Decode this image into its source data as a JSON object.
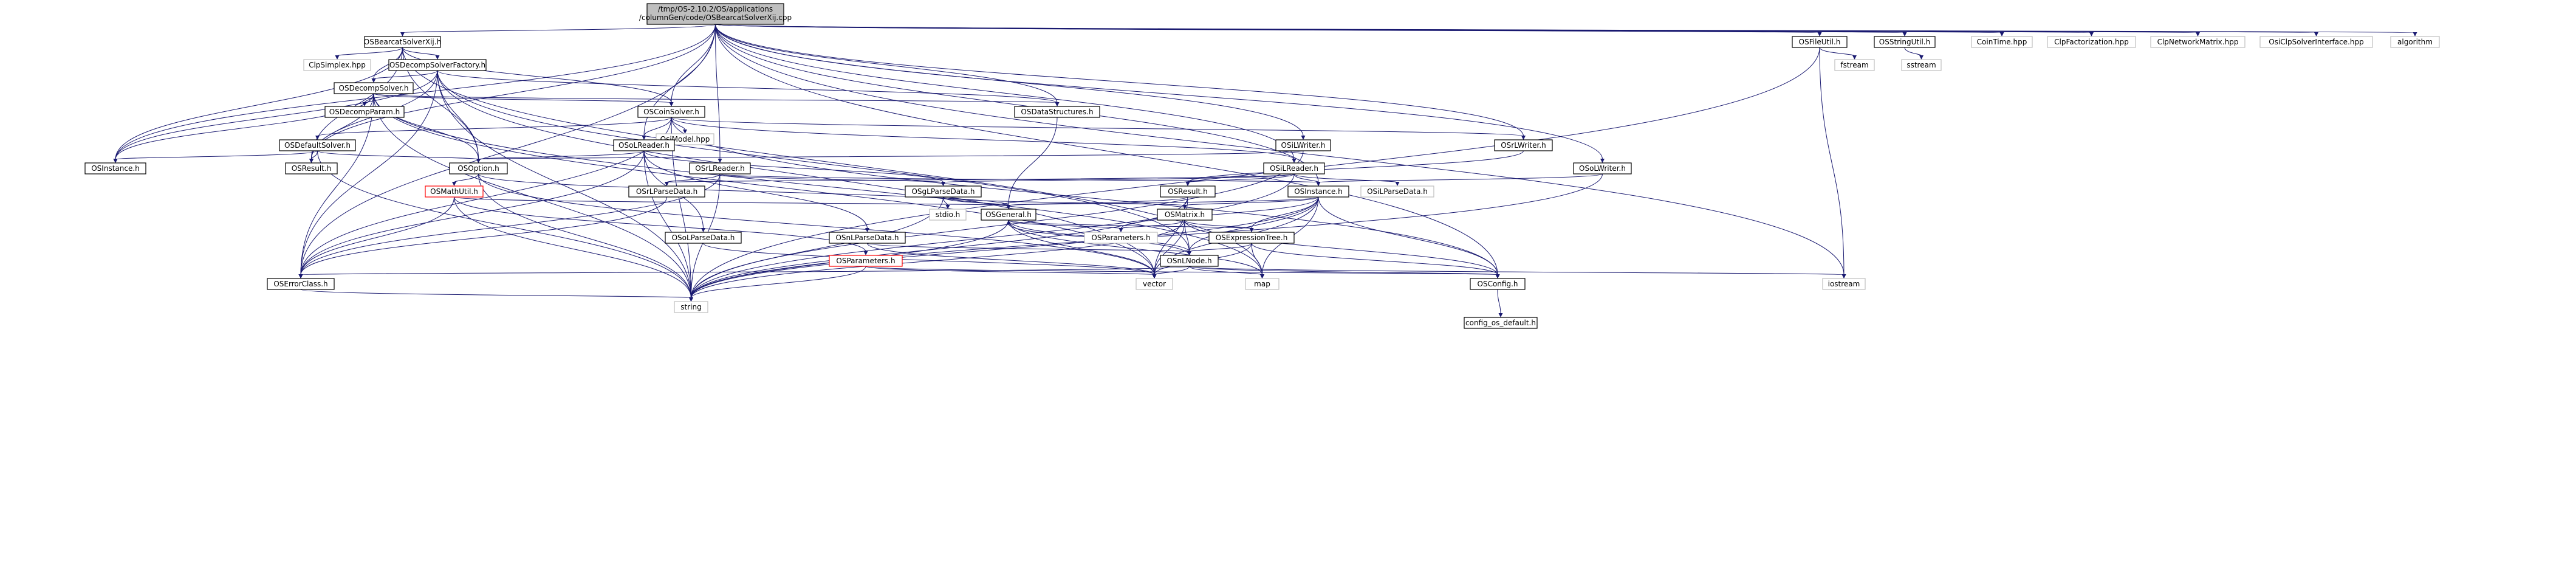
{
  "diagram": {
    "root": {
      "id": "root",
      "lines": [
        "/tmp/OS-2.10.2/OS/applications",
        "/columnGen/code/OSBearcatSolverXij.cpp"
      ]
    },
    "nodes": [
      {
        "id": "OSBearcatSolverXij_h",
        "label": "OSBearcatSolverXij.h",
        "linked": true
      },
      {
        "id": "ClpSimplex_hpp",
        "label": "ClpSimplex.hpp",
        "linked": false
      },
      {
        "id": "OSDecompSolverFactory_h",
        "label": "OSDecompSolverFactory.h",
        "linked": true
      },
      {
        "id": "OSDecompSolver_h",
        "label": "OSDecompSolver.h",
        "linked": true
      },
      {
        "id": "OSDecompParam_h",
        "label": "OSDecompParam.h",
        "linked": true
      },
      {
        "id": "OSCoinSolver_h",
        "label": "OSCoinSolver.h",
        "linked": true
      },
      {
        "id": "OSDataStructures_h",
        "label": "OSDataStructures.h",
        "linked": true
      },
      {
        "id": "OsiModel_hpp",
        "label": "OsiModel.hpp",
        "linked": false
      },
      {
        "id": "OSDefaultSolver_h",
        "label": "OSDefaultSolver.h",
        "linked": true
      },
      {
        "id": "OSoLReader_h",
        "label": "OSoLReader.h",
        "linked": true
      },
      {
        "id": "OSiLWriter_h",
        "label": "OSiLWriter.h",
        "linked": true
      },
      {
        "id": "OSrLWriter_h",
        "label": "OSrLWriter.h",
        "linked": true
      },
      {
        "id": "OSInstance_h_left",
        "label": "OSInstance.h",
        "linked": true
      },
      {
        "id": "OSResult_h_left",
        "label": "OSResult.h",
        "linked": true
      },
      {
        "id": "OSOption_h",
        "label": "OSOption.h",
        "linked": true
      },
      {
        "id": "OSrLReader_h",
        "label": "OSrLReader.h",
        "linked": true
      },
      {
        "id": "OSiLReader_h",
        "label": "OSiLReader.h",
        "linked": true
      },
      {
        "id": "OSoLWriter_h",
        "label": "OSoLWriter.h",
        "linked": true
      },
      {
        "id": "OSMathUtil_h",
        "label": "OSMathUtil.h",
        "linked": true,
        "highlight": true
      },
      {
        "id": "OSrLParseData_h",
        "label": "OSrLParseData.h",
        "linked": true
      },
      {
        "id": "OSgLParseData_h",
        "label": "OSgLParseData.h",
        "linked": true
      },
      {
        "id": "OSResult_h",
        "label": "OSResult.h",
        "linked": true
      },
      {
        "id": "OSiLParseData_h",
        "label": "OSiLParseData.h",
        "linked": false
      },
      {
        "id": "OSInstance_h",
        "label": "OSInstance.h",
        "linked": true
      },
      {
        "id": "stdio_h",
        "label": "stdio.h",
        "linked": false
      },
      {
        "id": "OSGeneral_h",
        "label": "OSGeneral.h",
        "linked": true
      },
      {
        "id": "OSMatrix_h",
        "label": "OSMatrix.h",
        "linked": true
      },
      {
        "id": "OSoLParseData_h",
        "label": "OSoLParseData.h",
        "linked": true
      },
      {
        "id": "OSnLParseData_h",
        "label": "OSnLParseData.h",
        "linked": true
      },
      {
        "id": "OSParameters_h_mid",
        "label": "OSParameters.h",
        "linked": false
      },
      {
        "id": "OSExpressionTree_h",
        "label": "OSExpressionTree.h",
        "linked": true
      },
      {
        "id": "OSParameters_h",
        "label": "OSParameters.h",
        "linked": true,
        "highlight": true
      },
      {
        "id": "OSnLNode_h",
        "label": "OSnLNode.h",
        "linked": true
      },
      {
        "id": "OSErrorClass_h",
        "label": "OSErrorClass.h",
        "linked": true
      },
      {
        "id": "vector",
        "label": "vector",
        "linked": false
      },
      {
        "id": "map",
        "label": "map",
        "linked": false
      },
      {
        "id": "OSConfig_h",
        "label": "OSConfig.h",
        "linked": true
      },
      {
        "id": "iostream",
        "label": "iostream",
        "linked": false
      },
      {
        "id": "string",
        "label": "string",
        "linked": false
      },
      {
        "id": "config_os_default_h",
        "label": "config_os_default.h",
        "linked": true
      },
      {
        "id": "OSFileUtil_h",
        "label": "OSFileUtil.h",
        "linked": true
      },
      {
        "id": "OSStringUtil_h",
        "label": "OSStringUtil.h",
        "linked": true
      },
      {
        "id": "fstream",
        "label": "fstream",
        "linked": false
      },
      {
        "id": "sstream",
        "label": "sstream",
        "linked": false
      },
      {
        "id": "CoinTime_hpp",
        "label": "CoinTime.hpp",
        "linked": false
      },
      {
        "id": "ClpFactorization_hpp",
        "label": "ClpFactorization.hpp",
        "linked": false
      },
      {
        "id": "ClpNetworkMatrix_hpp",
        "label": "ClpNetworkMatrix.hpp",
        "linked": false
      },
      {
        "id": "OsiClpSolverInterface_hpp",
        "label": "OsiClpSolverInterface.hpp",
        "linked": false
      },
      {
        "id": "algorithm",
        "label": "algorithm",
        "linked": false
      }
    ],
    "edges": [
      [
        "root",
        "OSBearcatSolverXij_h"
      ],
      [
        "root",
        "OSInstance_h_left"
      ],
      [
        "root",
        "OSResult_h_left"
      ],
      [
        "root",
        "OSErrorClass_h"
      ],
      [
        "root",
        "OSCoinSolver_h"
      ],
      [
        "root",
        "OSDataStructures_h"
      ],
      [
        "root",
        "OSoLReader_h"
      ],
      [
        "root",
        "OSiLWriter_h"
      ],
      [
        "root",
        "OSrLWriter_h"
      ],
      [
        "root",
        "OSrLReader_h"
      ],
      [
        "root",
        "OSiLReader_h"
      ],
      [
        "root",
        "OSoLWriter_h"
      ],
      [
        "root",
        "OSFileUtil_h"
      ],
      [
        "root",
        "OSStringUtil_h"
      ],
      [
        "root",
        "CoinTime_hpp"
      ],
      [
        "root",
        "ClpFactorization_hpp"
      ],
      [
        "root",
        "ClpNetworkMatrix_hpp"
      ],
      [
        "root",
        "OsiClpSolverInterface_hpp"
      ],
      [
        "root",
        "algorithm"
      ],
      [
        "root",
        "iostream"
      ],
      [
        "root",
        "OSConfig_h"
      ],
      [
        "root",
        "OSInstance_h"
      ],
      [
        "OSBearcatSolverXij_h",
        "ClpSimplex_hpp"
      ],
      [
        "OSBearcatSolverXij_h",
        "OSDecompSolverFactory_h"
      ],
      [
        "OSBearcatSolverXij_h",
        "OSDecompSolver_h"
      ],
      [
        "OSBearcatSolverXij_h",
        "OSCoinSolver_h"
      ],
      [
        "OSBearcatSolverXij_h",
        "OSOption_h"
      ],
      [
        "OSBearcatSolverXij_h",
        "OSInstance_h_left"
      ],
      [
        "OSBearcatSolverXij_h",
        "OSResult_h_left"
      ],
      [
        "OSBearcatSolverXij_h",
        "map"
      ],
      [
        "OSDecompSolverFactory_h",
        "OSDecompSolver_h"
      ],
      [
        "OSDecompSolverFactory_h",
        "OSDataStructures_h"
      ],
      [
        "OSDecompSolverFactory_h",
        "OSOption_h"
      ],
      [
        "OSDecompSolverFactory_h",
        "OSInstance_h_left"
      ],
      [
        "OSDecompSolverFactory_h",
        "OSResult_h_left"
      ],
      [
        "OSDecompSolverFactory_h",
        "OSErrorClass_h"
      ],
      [
        "OSDecompSolverFactory_h",
        "vector"
      ],
      [
        "OSDecompSolverFactory_h",
        "string"
      ],
      [
        "OSDecompSolverFactory_h",
        "OSnLNode_h"
      ],
      [
        "OSDecompSolver_h",
        "OSDecompParam_h"
      ],
      [
        "OSDecompSolver_h",
        "OSCoinSolver_h"
      ],
      [
        "OSDecompSolver_h",
        "OSDataStructures_h"
      ],
      [
        "OSDecompSolver_h",
        "OSOption_h"
      ],
      [
        "OSDecompSolver_h",
        "OSInstance_h_left"
      ],
      [
        "OSDecompSolver_h",
        "OSResult_h_left"
      ],
      [
        "OSDecompSolver_h",
        "OSErrorClass_h"
      ],
      [
        "OSDecompSolver_h",
        "vector"
      ],
      [
        "OSDecompSolver_h",
        "string"
      ],
      [
        "OSDecompSolver_h",
        "map"
      ],
      [
        "OSCoinSolver_h",
        "OsiModel_hpp"
      ],
      [
        "OSCoinSolver_h",
        "OSDefaultSolver_h"
      ],
      [
        "OSCoinSolver_h",
        "OSoLReader_h"
      ],
      [
        "OSCoinSolver_h",
        "OSiLReader_h"
      ],
      [
        "OSCoinSolver_h",
        "OSrLWriter_h"
      ],
      [
        "OSCoinSolver_h",
        "OSErrorClass_h"
      ],
      [
        "OSCoinSolver_h",
        "string"
      ],
      [
        "OSCoinSolver_h",
        "OSConfig_h"
      ],
      [
        "OSDataStructures_h",
        "OSGeneral_h"
      ],
      [
        "OSDefaultSolver_h",
        "OSOption_h"
      ],
      [
        "OSDefaultSolver_h",
        "OSInstance_h_left"
      ],
      [
        "OSDefaultSolver_h",
        "OSResult_h_left"
      ],
      [
        "OSDefaultSolver_h",
        "string"
      ],
      [
        "OSoLReader_h",
        "OSOption_h"
      ],
      [
        "OSoLReader_h",
        "OSoLParseData_h"
      ],
      [
        "OSoLReader_h",
        "OSgLParseData_h"
      ],
      [
        "OSoLReader_h",
        "OSnLParseData_h"
      ],
      [
        "OSoLReader_h",
        "OSErrorClass_h"
      ],
      [
        "OSoLReader_h",
        "string"
      ],
      [
        "OSiLWriter_h",
        "OSOption_h"
      ],
      [
        "OSiLWriter_h",
        "string"
      ],
      [
        "OSrLWriter_h",
        "OSResult_h"
      ],
      [
        "OSOption_h",
        "OSMathUtil_h"
      ],
      [
        "OSOption_h",
        "OSGeneral_h"
      ],
      [
        "OSOption_h",
        "vector"
      ],
      [
        "OSOption_h",
        "string"
      ],
      [
        "OSrLReader_h",
        "OSrLParseData_h"
      ],
      [
        "OSrLReader_h",
        "OSgLParseData_h"
      ],
      [
        "OSrLReader_h",
        "OSErrorClass_h"
      ],
      [
        "OSrLReader_h",
        "string"
      ],
      [
        "OSrLReader_h",
        "OSInstance_h"
      ],
      [
        "OSiLReader_h",
        "OSResult_h"
      ],
      [
        "OSiLReader_h",
        "OSrLParseData_h"
      ],
      [
        "OSiLReader_h",
        "OSgLParseData_h"
      ],
      [
        "OSiLReader_h",
        "OSiLParseData_h"
      ],
      [
        "OSiLReader_h",
        "string"
      ],
      [
        "OSiLReader_h",
        "OSInstance_h"
      ],
      [
        "OSoLWriter_h",
        "OSInstance_h"
      ],
      [
        "OSoLWriter_h",
        "string"
      ],
      [
        "OSMathUtil_h",
        "OSGeneral_h"
      ],
      [
        "OSMathUtil_h",
        "OSErrorClass_h"
      ],
      [
        "OSMathUtil_h",
        "string"
      ],
      [
        "OSMathUtil_h",
        "OSParameters_h"
      ],
      [
        "OSrLParseData_h",
        "OSErrorClass_h"
      ],
      [
        "OSgLParseData_h",
        "stdio_h"
      ],
      [
        "OSgLParseData_h",
        "OSGeneral_h"
      ],
      [
        "OSgLParseData_h",
        "OSMatrix_h"
      ],
      [
        "OSgLParseData_h",
        "string"
      ],
      [
        "OSResult_h",
        "OSGeneral_h"
      ],
      [
        "OSResult_h",
        "OSMatrix_h"
      ],
      [
        "OSResult_h",
        "vector"
      ],
      [
        "OSResult_h",
        "string"
      ],
      [
        "OSInstance_h",
        "OSGeneral_h"
      ],
      [
        "OSInstance_h",
        "OSMatrix_h"
      ],
      [
        "OSInstance_h",
        "OSParameters_h_mid"
      ],
      [
        "OSInstance_h",
        "OSExpressionTree_h"
      ],
      [
        "OSInstance_h",
        "OSnLNode_h"
      ],
      [
        "OSInstance_h",
        "OSConfig_h"
      ],
      [
        "OSInstance_h",
        "map"
      ],
      [
        "OSInstance_h",
        "vector"
      ],
      [
        "OSInstance_h",
        "string"
      ],
      [
        "OSGeneral_h",
        "OSParameters_h_mid"
      ],
      [
        "OSGeneral_h",
        "OSExpressionTree_h"
      ],
      [
        "OSGeneral_h",
        "OSnLNode_h"
      ],
      [
        "OSGeneral_h",
        "vector"
      ],
      [
        "OSGeneral_h",
        "map"
      ],
      [
        "OSGeneral_h",
        "string"
      ],
      [
        "OSMatrix_h",
        "OSParameters_h_mid"
      ],
      [
        "OSMatrix_h",
        "OSExpressionTree_h"
      ],
      [
        "OSMatrix_h",
        "OSnLNode_h"
      ],
      [
        "OSMatrix_h",
        "OSConfig_h"
      ],
      [
        "OSMatrix_h",
        "vector"
      ],
      [
        "OSMatrix_h",
        "string"
      ],
      [
        "OSoLParseData_h",
        "vector"
      ],
      [
        "OSnLParseData_h",
        "OSnLNode_h"
      ],
      [
        "OSnLParseData_h",
        "vector"
      ],
      [
        "OSExpressionTree_h",
        "OSnLNode_h"
      ],
      [
        "OSExpressionTree_h",
        "OSConfig_h"
      ],
      [
        "OSExpressionTree_h",
        "map"
      ],
      [
        "OSExpressionTree_h",
        "vector"
      ],
      [
        "OSParameters_h",
        "OSConfig_h"
      ],
      [
        "OSParameters_h",
        "string"
      ],
      [
        "OSParameters_h",
        "vector"
      ],
      [
        "OSnLNode_h",
        "OSErrorClass_h"
      ],
      [
        "OSnLNode_h",
        "OSGeneral_h"
      ],
      [
        "OSnLNode_h",
        "vector"
      ],
      [
        "OSnLNode_h",
        "map"
      ],
      [
        "OSnLNode_h",
        "iostream"
      ],
      [
        "OSnLNode_h",
        "OSConfig_h"
      ],
      [
        "OSErrorClass_h",
        "string"
      ],
      [
        "OSConfig_h",
        "config_os_default_h"
      ],
      [
        "OSFileUtil_h",
        "fstream"
      ],
      [
        "OSFileUtil_h",
        "iostream"
      ],
      [
        "OSFileUtil_h",
        "string"
      ],
      [
        "OSStringUtil_h",
        "sstream"
      ]
    ]
  }
}
